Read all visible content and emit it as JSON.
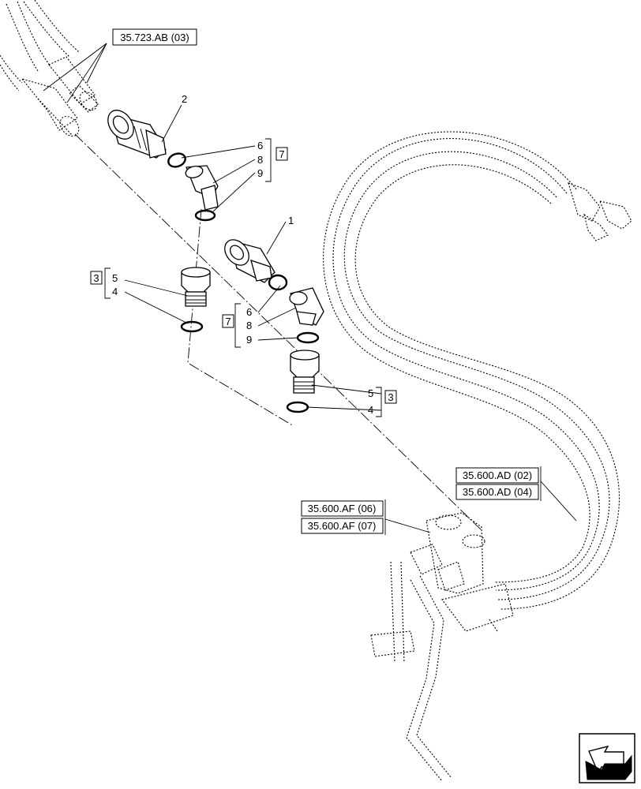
{
  "refs": {
    "top": "35.723.AB (03)",
    "right_1": "35.600.AD (02)",
    "right_2": "35.600.AD (04)",
    "mid_1": "35.600.AF (06)",
    "mid_2": "35.600.AF (07)"
  },
  "callouts": {
    "c1": "1",
    "c2": "2",
    "upper_kit": {
      "group": "7",
      "n6": "6",
      "n8": "8",
      "n9": "9"
    },
    "left_kit": {
      "group": "3",
      "n5": "5",
      "n4": "4"
    },
    "mid_kit": {
      "group": "7",
      "n6": "6",
      "n8": "8",
      "n9": "9"
    },
    "lower_kit": {
      "group": "3",
      "n5": "5",
      "n4": "4"
    }
  },
  "icons": {
    "nav": "arrow-nav-icon"
  }
}
